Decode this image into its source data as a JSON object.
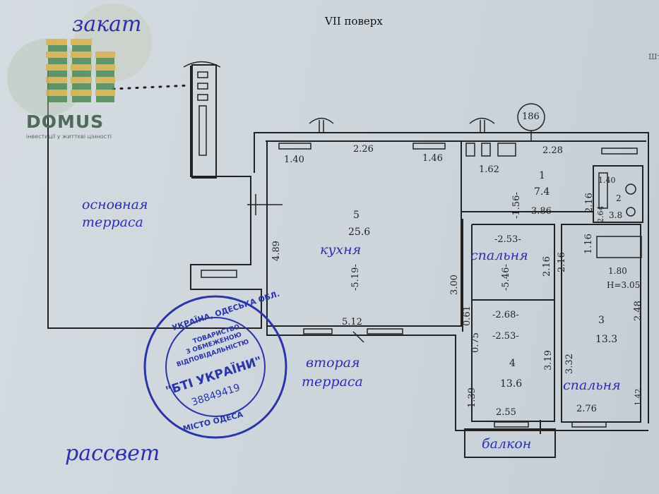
{
  "floor_title": "VII поверх",
  "plan_number": "186",
  "logo": {
    "brand": "DOMUS",
    "tagline": "інвестиції у життєві цінності"
  },
  "labels": {
    "sunset": "закат",
    "sunrise": "рассвет",
    "main_terrace_1": "основная",
    "main_terrace_2": "терраса",
    "kitchen": "кухня",
    "bedroom_1": "спальня",
    "bedroom_2": "спальня",
    "second_terrace_1": "вторая",
    "second_terrace_2": "терраса",
    "balcony": "балкон"
  },
  "rooms": [
    {
      "num": "5",
      "area": "25.6"
    },
    {
      "num": "1",
      "area": "7.4"
    },
    {
      "num": "2",
      "area": "3.8"
    },
    {
      "num": "4",
      "area": "13.6"
    },
    {
      "num": "3",
      "area": "13.3"
    }
  ],
  "dims": {
    "d140a": "1.40",
    "d226": "2.26",
    "d146": "1.46",
    "d162": "1.62",
    "d228": "2.28",
    "d156": "-1.56-",
    "d216a": "2.16",
    "d140b": "1.40",
    "d264": "2.64",
    "d386": "3.86",
    "d489": "4.89",
    "d519": "-5.19-",
    "d300": "3.00",
    "d253a": "-2.53-",
    "d546": "-5.46-",
    "d216b": "2.16",
    "d216c": "2.16",
    "d116": "1.16",
    "d180": "1.80",
    "dh": "H=3.05",
    "d248": "2.48",
    "d512": "5.12",
    "d061": "0.61",
    "d268": "-2.68-",
    "d253b": "-2.53-",
    "d075": "0.75",
    "d319": "3.19",
    "d332": "3.32",
    "d139": "1.39",
    "d255": "2.55",
    "d276": "2.76",
    "d142": "1.42"
  },
  "stamp": {
    "ring_top": "УКРАЇНА, ОДЕСЬКА ОБЛ.",
    "ring_bottom": "МІСТО ОДЕСА",
    "line1": "ТОВАРИСТВО",
    "line2": "З ОБМЕЖЕНОЮ",
    "line3": "ВІДПОВІДАЛЬНІСТЮ",
    "name": "\"БТІ УКРАЇНИ\"",
    "code": "38849419"
  },
  "edge_text": "Штамп"
}
